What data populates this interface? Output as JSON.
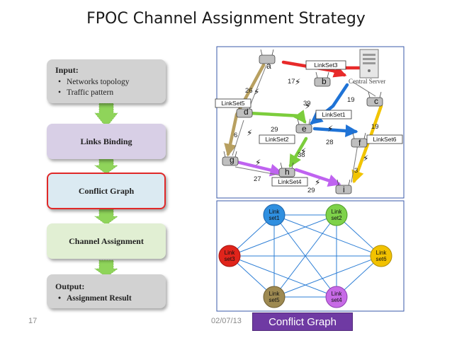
{
  "slide": {
    "title": "FPOC Channel Assignment Strategy",
    "page_number": "17",
    "date": "02/07/13",
    "caption": "Conflict Graph"
  },
  "flow": {
    "input_heading": "Input:",
    "input_items": [
      "Networks topology",
      "Traffic pattern"
    ],
    "links_binding": "Links Binding",
    "conflict_graph": "Conflict Graph",
    "channel_assignment": "Channel Assignment",
    "output_heading": "Output:",
    "output_item": "Assignment Result"
  },
  "topology": {
    "server_label": "Central Server",
    "nodes": [
      {
        "id": "a",
        "label": "a"
      },
      {
        "id": "b",
        "label": "b"
      },
      {
        "id": "c",
        "label": "c"
      },
      {
        "id": "d",
        "label": "d"
      },
      {
        "id": "e",
        "label": "e"
      },
      {
        "id": "f",
        "label": "f"
      },
      {
        "id": "g",
        "label": "g"
      },
      {
        "id": "h",
        "label": "h"
      },
      {
        "id": "i",
        "label": "i"
      }
    ],
    "edge_labels": [
      "17",
      "26",
      "39",
      "19",
      "29",
      "6",
      "28",
      "19",
      "38",
      "27",
      "3",
      "29"
    ],
    "link_sets": [
      "LinkSet3",
      "LinkSet5",
      "LinkSet1",
      "LinkSet2",
      "LinkSet6",
      "LinkSet4"
    ]
  },
  "conflict_graph": {
    "nodes": [
      {
        "id": "set1",
        "lines": [
          "Link",
          "set1"
        ],
        "color": "#2f8fe0"
      },
      {
        "id": "set2",
        "lines": [
          "Link",
          "set2"
        ],
        "color": "#7ed24a"
      },
      {
        "id": "set3",
        "lines": [
          "Link",
          "set3"
        ],
        "color": "#e0241b"
      },
      {
        "id": "set6",
        "lines": [
          "Link",
          "set6"
        ],
        "color": "#f2c200"
      },
      {
        "id": "set5",
        "lines": [
          "Link",
          "set5"
        ],
        "color": "#9e8a52"
      },
      {
        "id": "set4",
        "lines": [
          "Link",
          "set4"
        ],
        "color": "#c76ae6"
      }
    ]
  },
  "colors": {
    "input_box": "#d2d2d2",
    "links_binding_box": "#d8cfe6",
    "conflict_box": "#dbeaf2",
    "conflict_border": "#e02828",
    "channel_box": "#e1efd3",
    "output_box": "#d2d2d2",
    "arrow": "#8fd45a",
    "edge_red": "#e82a2a",
    "edge_blue": "#1f73d6",
    "edge_green": "#7ccd3c",
    "edge_purple": "#bf63f0",
    "edge_yellow": "#f1c400",
    "edge_tan": "#b8a060",
    "graph_line": "#2e7fd6",
    "caption_bg": "#6f3aa3"
  }
}
